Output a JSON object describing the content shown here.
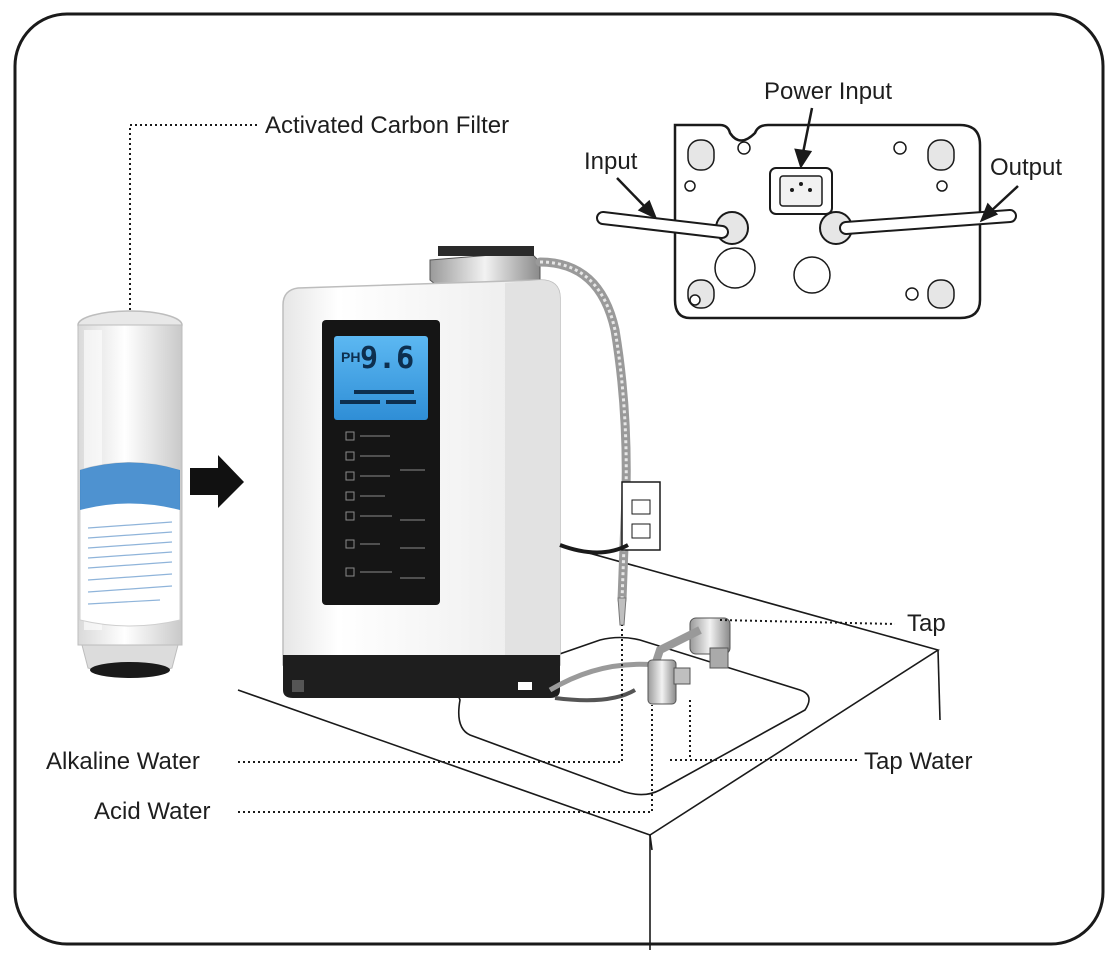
{
  "labels": {
    "activated_carbon_filter": "Activated Carbon Filter",
    "power_input": "Power Input",
    "input": "Input",
    "output": "Output",
    "tap": "Tap",
    "alkaline_water": "Alkaline Water",
    "tap_water": "Tap Water",
    "acid_water": "Acid Water"
  },
  "display": {
    "ph_label": "PH",
    "ph_value": "9.6"
  },
  "colors": {
    "frame": "#1a1a1a",
    "lcd": "#3a9de6",
    "panel": "#161616",
    "machine_body": "#f7f7f7",
    "filter_label": "#2f7fc8"
  },
  "icons": {
    "arrow": "right-arrow-icon",
    "outlet": "power-outlet-icon"
  }
}
